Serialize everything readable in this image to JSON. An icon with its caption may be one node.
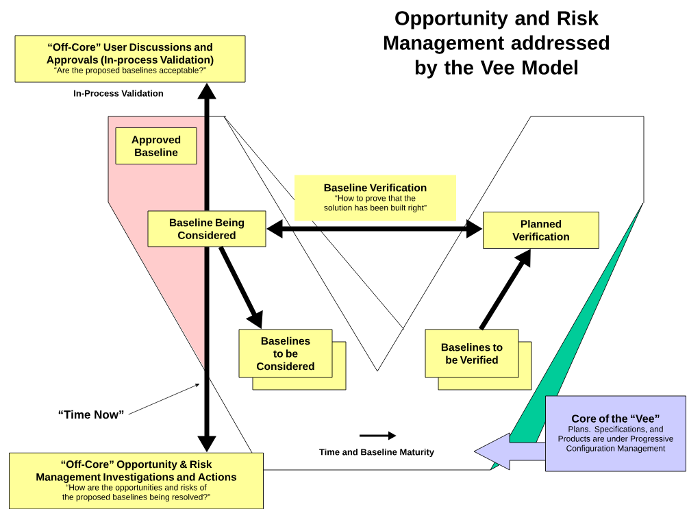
{
  "diagram": {
    "title": "Opportunity and Risk Management addressed by the Vee Model",
    "nodes": [
      {
        "text": [
          "“Off-Core” User Discussions and Approvals (In-process Validation)",
          "“Are the proposed baselines acceptable?”"
        ]
      },
      {
        "text": [
          "Approved Baseline"
        ]
      },
      {
        "text": [
          "Baseline Being Considered"
        ]
      },
      {
        "text": [
          "Baseline Verification",
          "“How to prove that the solution has been built right”"
        ]
      },
      {
        "text": [
          "Planned Verification"
        ]
      },
      {
        "text": [
          "Baselines to be Considered"
        ]
      },
      {
        "text": [
          "Baselines to be Verified"
        ]
      },
      {
        "text": [
          "“Off-Core” Opportunity & Risk Management Investigations and Actions",
          "“How are the opportunities and risks of the proposed baselines being resolved?”"
        ]
      },
      {
        "text": [
          "Core of the “Vee”",
          "Plans. Specifications, and Products are under Progressive Configuration Management"
        ]
      },
      {
        "text": [
          "“Time Now”"
        ]
      }
    ],
    "edges": [
      {
        "from": 2,
        "to": 0,
        "arrow": "to",
        "label": "In-Process Validation"
      },
      {
        "from": 2,
        "to": 7,
        "arrow": "to"
      },
      {
        "from": 2,
        "to": 4,
        "arrow": "both"
      },
      {
        "from": 2,
        "to": 5,
        "arrow": "to"
      },
      {
        "from": 6,
        "to": 4,
        "arrow": "to"
      },
      {
        "from": 9,
        "to": null,
        "arrow": "to"
      },
      {
        "from": 8,
        "to": null,
        "arrow": "to",
        "color": "#ccccff"
      }
    ],
    "labels": [
      "Time and Baseline Maturity"
    ]
  }
}
